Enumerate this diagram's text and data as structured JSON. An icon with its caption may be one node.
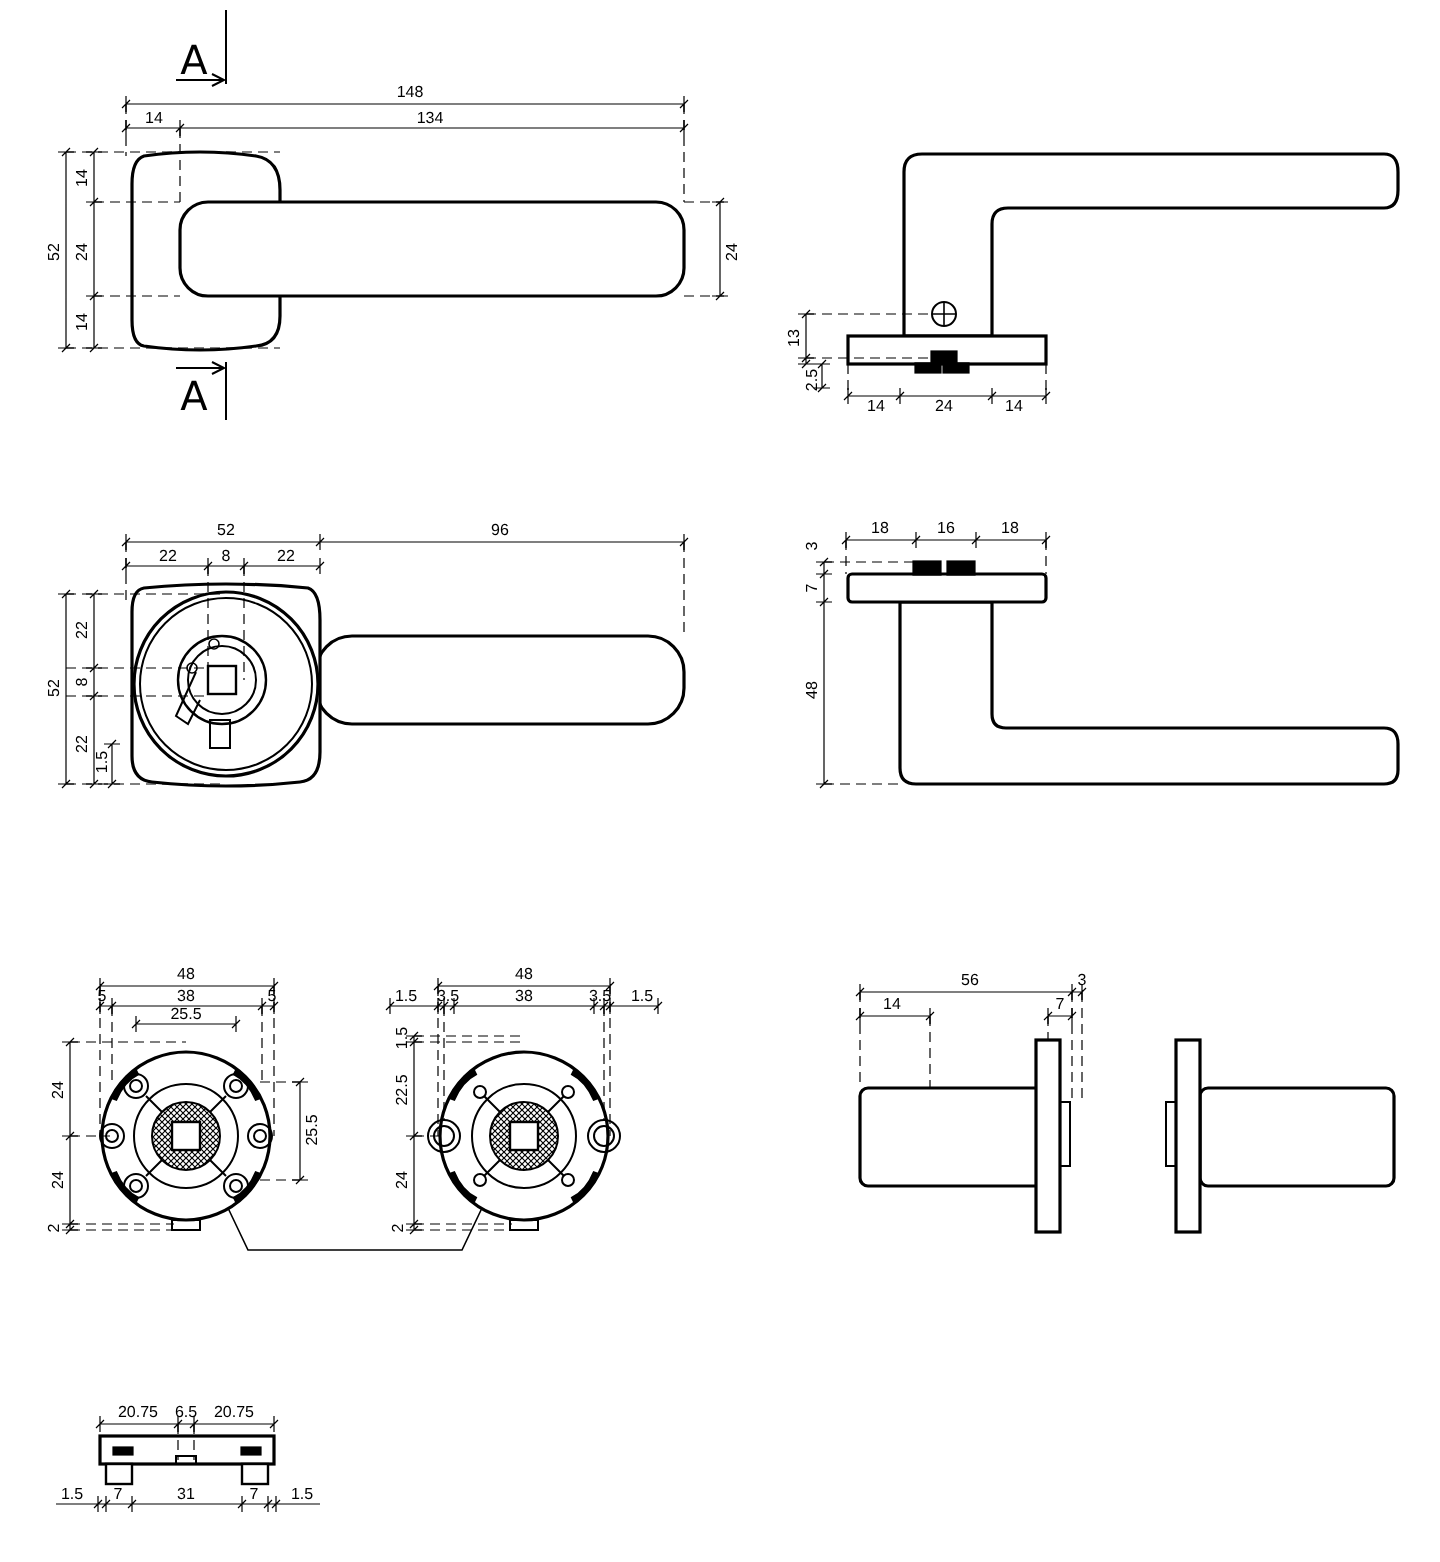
{
  "diagram": {
    "nodes": [
      {
        "text": [],
        "shape": "picture"
      },
      {
        "text": [],
        "shape": "picture"
      }
    ],
    "edges": [
      {
        "from": 0,
        "to": 1,
        "arrow": "none"
      }
    ],
    "labels": [
      "A",
      "148",
      "14",
      "134",
      "52",
      "14",
      "24",
      "14",
      "24",
      "A",
      "13",
      "2.5",
      "14",
      "24",
      "14",
      "52",
      "96",
      "22",
      "8",
      "22",
      "52",
      "22",
      "8",
      "22",
      "1.5",
      "3",
      "18",
      "16",
      "18",
      "7",
      "48",
      "48",
      "5",
      "38",
      "5",
      "25.5",
      "24",
      "25.5",
      "24",
      "2",
      "48",
      "1.5",
      "3.5",
      "38",
      "3.5",
      "1.5",
      "1.5",
      "22.5",
      "24",
      "2",
      "56",
      "3",
      "14",
      "7",
      "20.75",
      "6.5",
      "20.75",
      "1.5",
      "7",
      "31",
      "7",
      "1.5"
    ]
  }
}
